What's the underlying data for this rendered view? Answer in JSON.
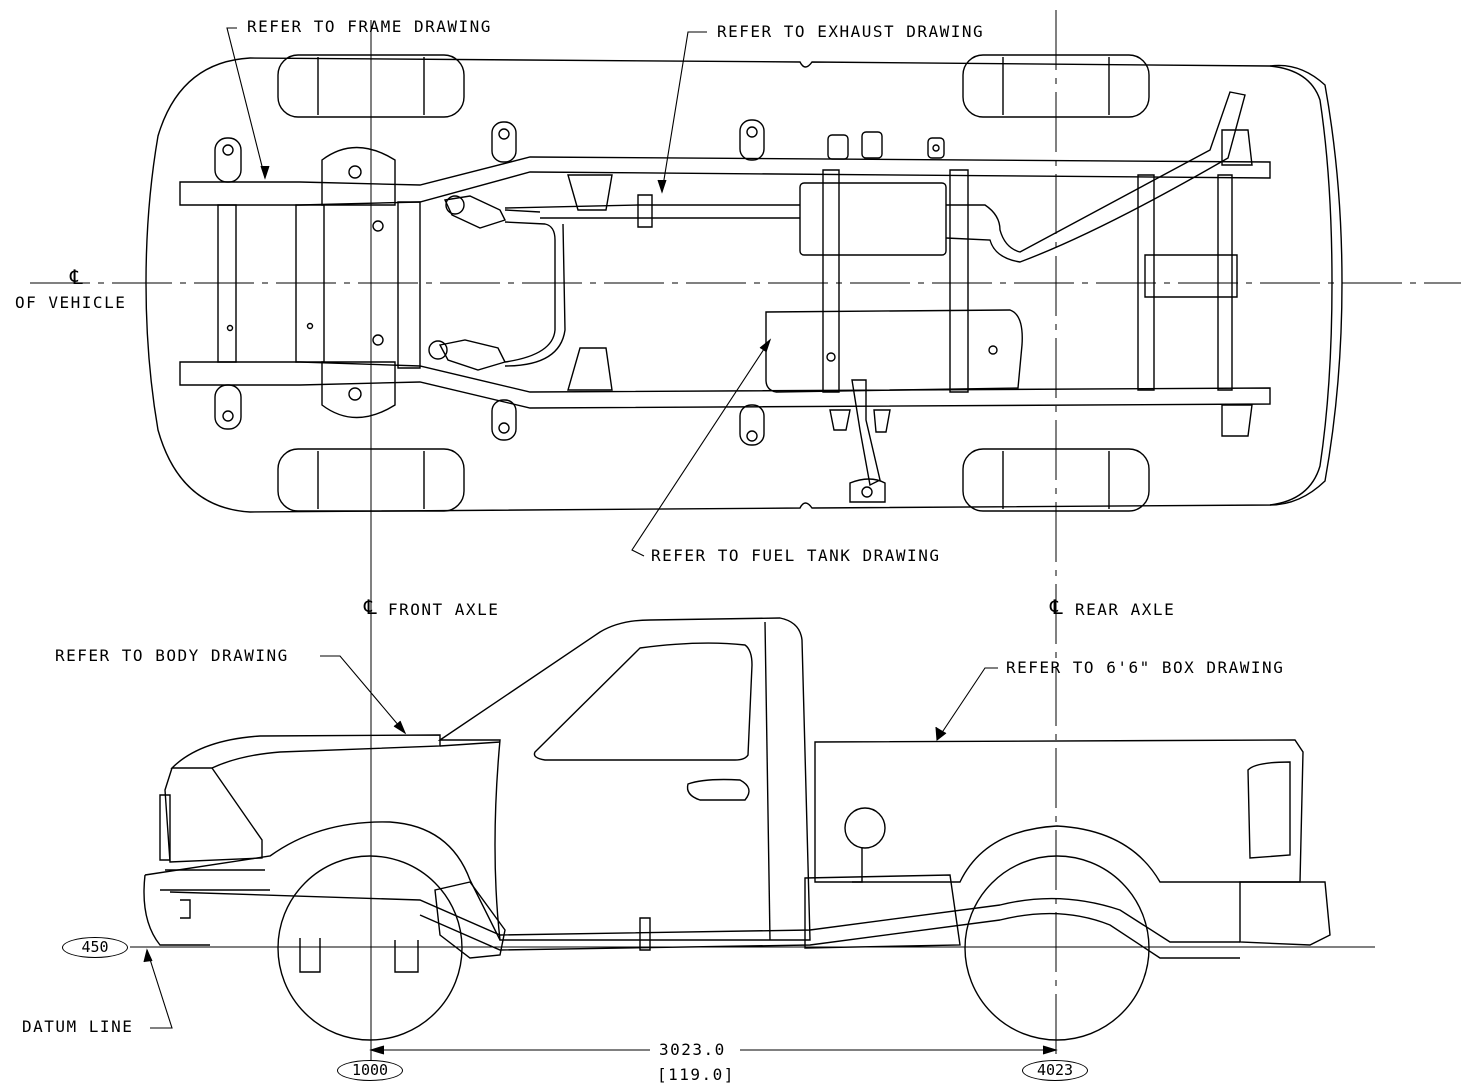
{
  "labels": {
    "frame": "REFER TO FRAME DRAWING",
    "exhaust": "REFER TO EXHAUST DRAWING",
    "fuel_tank": "REFER TO FUEL TANK DRAWING",
    "body": "REFER TO BODY DRAWING",
    "box": "REFER TO 6'6\" BOX DRAWING",
    "vehicle_centerline": "OF VEHICLE",
    "front_axle": "FRONT AXLE",
    "rear_axle": "REAR AXLE",
    "datum_line": "DATUM LINE",
    "centerline_symbol": "℄"
  },
  "dimensions": {
    "wheelbase_mm": "3023.0",
    "wheelbase_in": "[119.0]",
    "front_axle_station": "1000",
    "rear_axle_station": "4023",
    "datum_height": "450"
  },
  "colors": {
    "line": "#000000",
    "background": "#ffffff"
  }
}
